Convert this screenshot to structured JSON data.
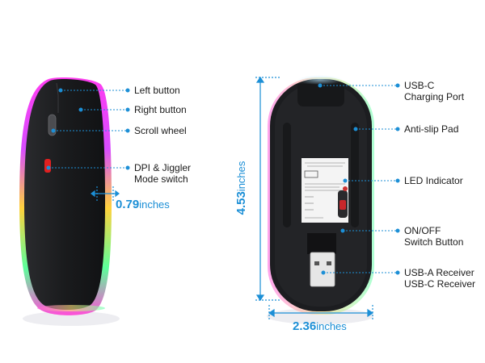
{
  "left_mouse": {
    "callouts": {
      "left_button": "Left button",
      "right_button": "Right button",
      "scroll_wheel": "Scroll wheel",
      "dpi_line1": "DPI & Jiggler",
      "dpi_line2": "Mode switch"
    },
    "width_value": "0.79",
    "width_unit": "inches"
  },
  "right_mouse": {
    "callouts": {
      "usbc_line1": "USB-C",
      "usbc_line2": "Charging Port",
      "anti_slip": "Anti-slip Pad",
      "led": "LED Indicator",
      "onoff_line1": "ON/OFF",
      "onoff_line2": "Switch Button",
      "receiver_line1": "USB-A Receiver",
      "receiver_line2": "USB-C Receiver"
    },
    "height_value": "4.53",
    "height_unit": "inches",
    "width_value": "2.36",
    "width_unit": "inches"
  },
  "colors": {
    "accent": "#1c8fd6",
    "mouse_body": "#1b1c1e",
    "dpi_button": "#e02020"
  }
}
